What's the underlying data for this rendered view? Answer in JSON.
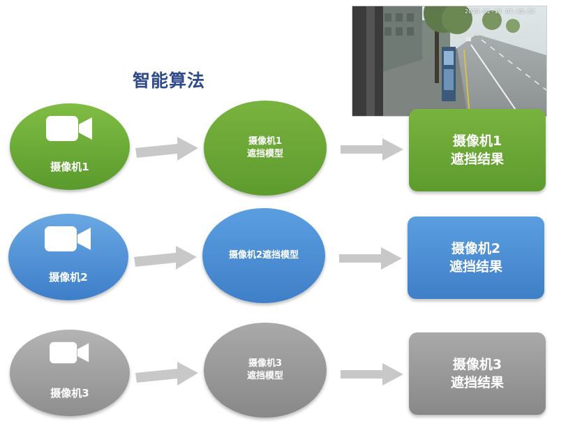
{
  "title": "智能算法",
  "photo": {
    "timestamp": "2020-02-10 07:35:52"
  },
  "rows": [
    {
      "color": "#6aaa38",
      "camera_label": "摄像机1",
      "model_label": "摄像机1\n遮挡模型",
      "result_label": "摄像机1\n遮挡结果"
    },
    {
      "color": "#4a8ad4",
      "camera_label": "摄像机2",
      "model_label": "摄像机2遮挡模型",
      "result_label": "摄像机2\n遮挡结果"
    },
    {
      "color": "#a0a0a0",
      "camera_label": "摄像机3",
      "model_label": "摄像机3\n遮挡模型",
      "result_label": "摄像机3\n遮挡结果"
    }
  ],
  "icons": {
    "camera": "video-camera-icon",
    "arrow": "right-arrow-icon"
  },
  "arrow_color": "#c8c8c8"
}
